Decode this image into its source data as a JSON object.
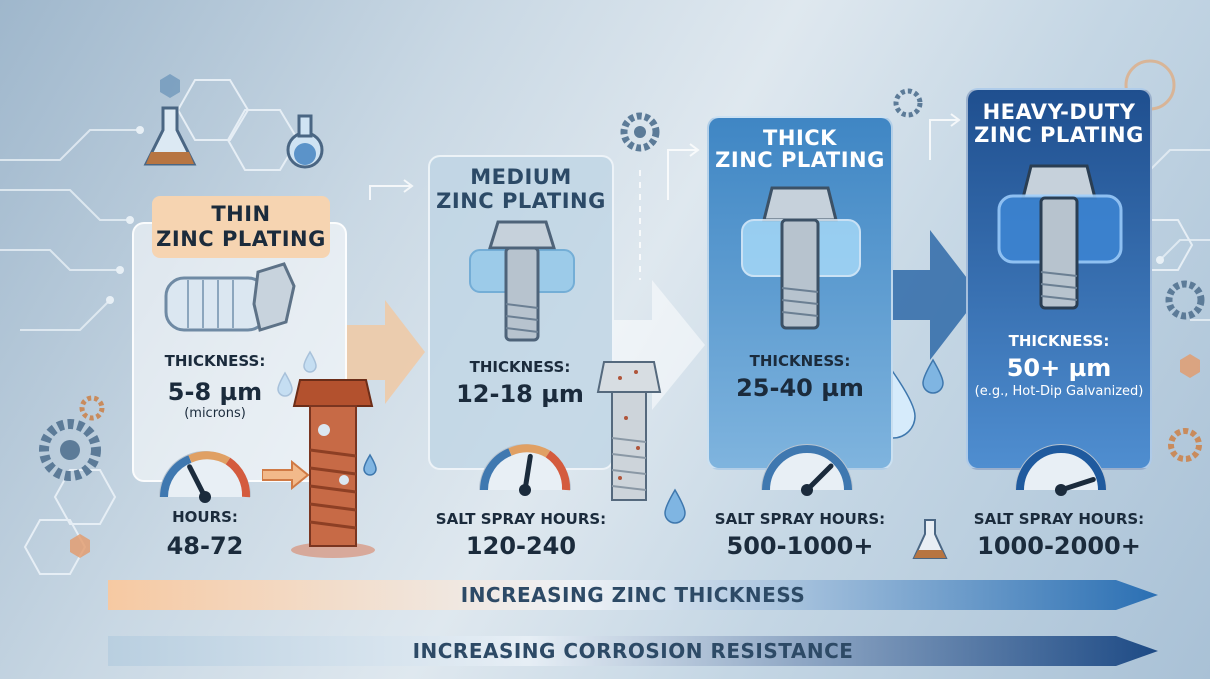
{
  "colors": {
    "thin_accent": "#f3c8a0",
    "medium_accent": "#bcd2e2",
    "thick_accent": "#3f86c4",
    "heavy_accent": "#1f4f8f",
    "text_dark": "#1b2b3c",
    "rust": "#a84a2a"
  },
  "levels": [
    {
      "title_line1": "THIN",
      "title_line2": "ZINC PLATING",
      "thickness_label": "THICKNESS:",
      "thickness_value": "5-8 µm",
      "thickness_note": "(microns)",
      "hours_label": "HOURS:",
      "hours_value": "48-72",
      "gauge_level": 0.35
    },
    {
      "title_line1": "MEDIUM",
      "title_line2": "ZINC PLATING",
      "thickness_label": "THICKNESS:",
      "thickness_value": "12-18 µm",
      "hours_label": "SALT SPRAY HOURS:",
      "hours_value": "120-240",
      "gauge_level": 0.55
    },
    {
      "title_line1": "THICK",
      "title_line2": "ZINC PLATING",
      "thickness_label": "THICKNESS:",
      "thickness_value": "25-40 µm",
      "hours_label": "SALT SPRAY HOURS:",
      "hours_value": "500-1000+",
      "gauge_level": 0.75
    },
    {
      "title_line1": "HEAVY-DUTY",
      "title_line2": "ZINC PLATING",
      "thickness_label": "THICKNESS:",
      "thickness_value": "50+ µm",
      "thickness_note": "(e.g., Hot-Dip Galvanized)",
      "hours_label": "SALT SPRAY HOURS:",
      "hours_value": "1000-2000+",
      "gauge_level": 0.9
    }
  ],
  "bars": {
    "thickness": "INCREASING ZINC THICKNESS",
    "corrosion": "INCREASING CORROSION RESISTANCE"
  },
  "icons": [
    "flask-icon",
    "gear-icon",
    "water-drop-icon",
    "hexagon-icon",
    "bolt-icon",
    "gauge-icon"
  ]
}
